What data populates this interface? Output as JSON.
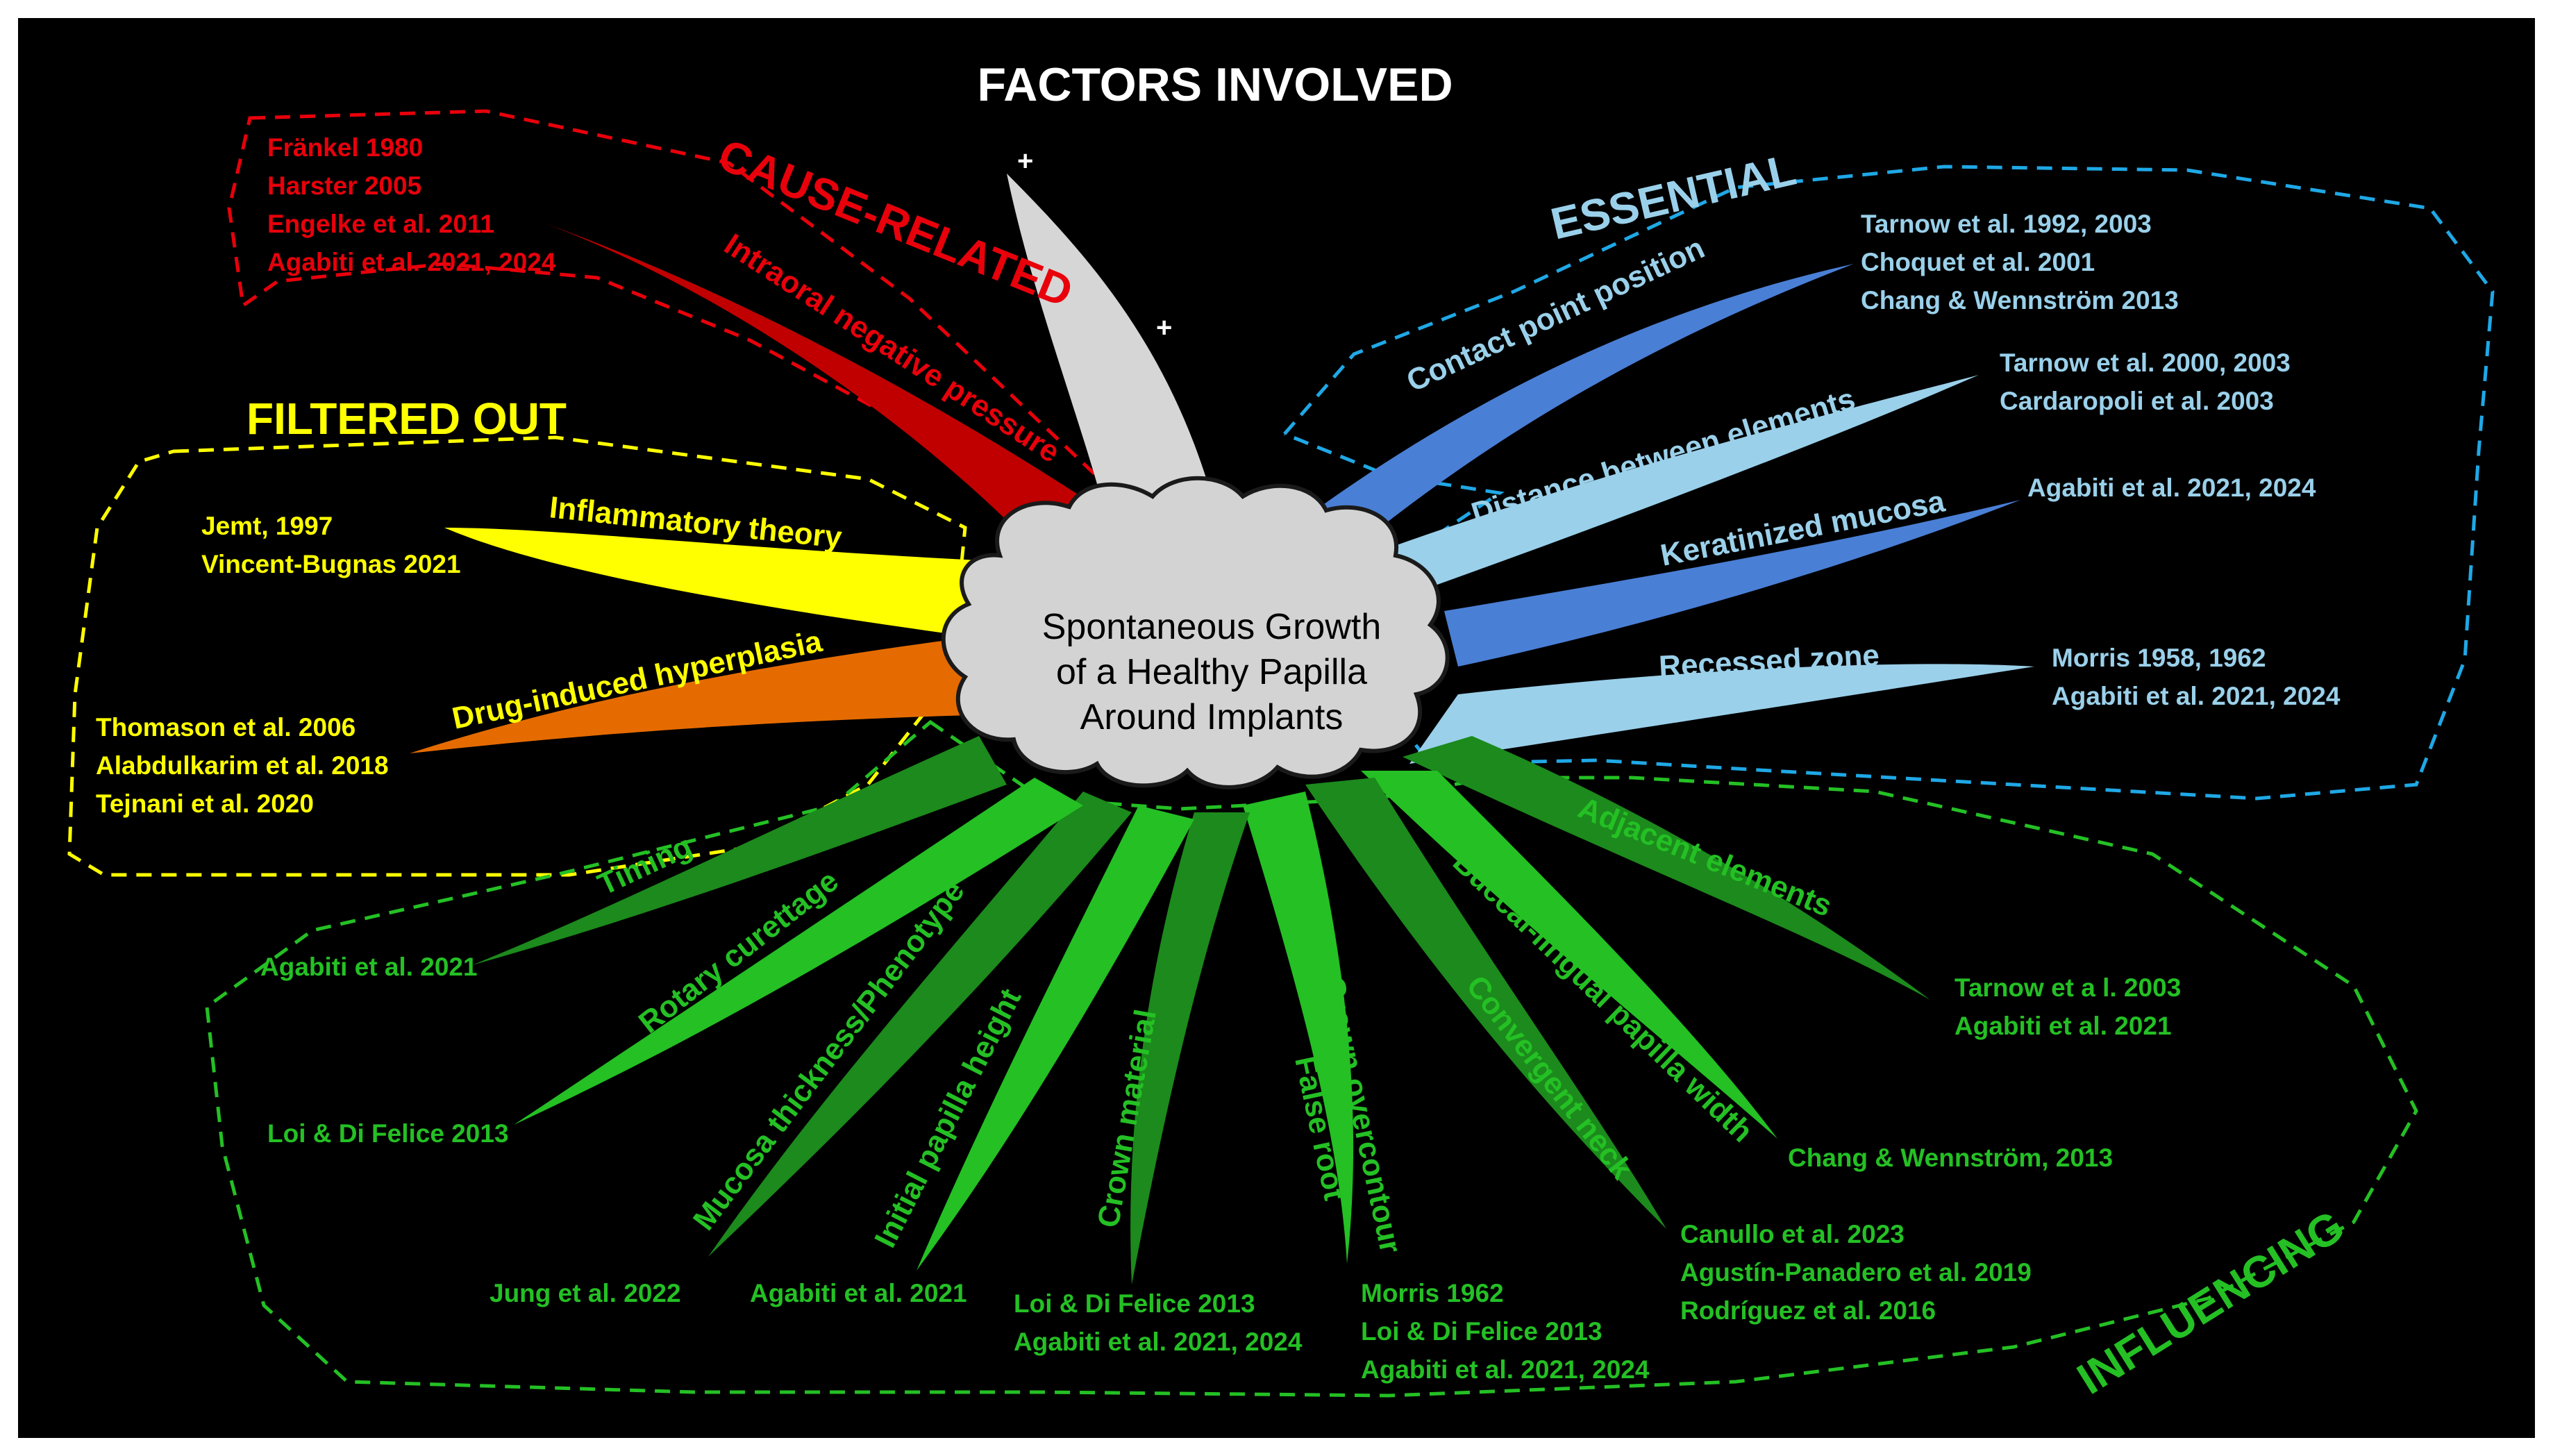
{
  "title": "FACTORS INVOLVED",
  "center": {
    "lines": [
      "Spontaneous Growth",
      "of a Healthy Papilla",
      "Around Implants"
    ]
  },
  "categories": {
    "cause_related": "CAUSE-RELATED",
    "essential": "ESSENTIAL",
    "filtered_out": "FILTERED OUT",
    "influencing": "INFLUENCING"
  },
  "colors": {
    "background": "#000000",
    "cause": "#e8000b",
    "cause_spike": "#c00000",
    "essential": "#9ad0ea",
    "essential_dark": "#4a7fd6",
    "filtered": "#ffff00",
    "filtered_orange": "#e56b00",
    "influencing": "#24c024",
    "influencing_dark": "#1c8a1c",
    "neutral_spike": "#d6d6d6",
    "cloud": "#d3d3d3"
  },
  "plus_marks": [
    "+",
    "+"
  ],
  "factors": {
    "intraoral": "Intraoral negative pressure",
    "contact": "Contact point position",
    "distance": "Distance between elements",
    "keratinized": "Keratinized mucosa",
    "recessed": "Recessed zone",
    "inflammatory": "Inflammatory theory",
    "drug": "Drug-induced hyperplasia",
    "timing": "Timing",
    "rotary": "Rotary curettage",
    "mucosa": "Mucosa thickness/Phenotype",
    "initial": "Initial papilla height",
    "crown_material": "Crown material",
    "crown_overcontour": "Crown overcontour",
    "false_root": "False root",
    "convergent": "Convergent neck",
    "buccal": "Buccal-lingual papilla width",
    "adjacent": "Adjacent elements"
  },
  "references": {
    "cause": [
      "Fränkel 1980",
      "Harster 2005",
      "Engelke et al. 2011",
      "Agabiti et al.  2021, 2024"
    ],
    "contact": [
      "Tarnow et al. 1992, 2003",
      "Choquet et al. 2001",
      "Chang & Wennström 2013"
    ],
    "distance": [
      "Tarnow et al. 2000, 2003",
      "Cardaropoli et al. 2003"
    ],
    "keratinized": [
      "Agabiti et al.  2021, 2024"
    ],
    "recessed": [
      "Morris 1958, 1962",
      "Agabiti et al. 2021, 2024"
    ],
    "inflammatory": [
      "Jemt, 1997",
      "Vincent-Bugnas 2021"
    ],
    "drug": [
      "Thomason  et al.  2006",
      "Alabdulkarim  et al.  2018",
      "Tejnani et al. 2020"
    ],
    "timing": [
      "Agabiti et al. 2021"
    ],
    "rotary": [
      "Loi & Di Felice 2013"
    ],
    "mucosa": [
      "Jung et al. 2022"
    ],
    "initial": [
      "Agabiti et al. 2021"
    ],
    "crown_material": [
      "Loi & Di Felice   2013",
      "Agabiti et al.  2021, 2024"
    ],
    "crown_overcontour": [
      "Morris 1962",
      "Loi & Di Felice  2013",
      "Agabiti et al. 2021, 2024"
    ],
    "convergent": [
      "Canullo et al. 2023",
      "Agustín-Panadero et al. 2019",
      "Rodríguez et al.  2016"
    ],
    "buccal": [
      "Chang & Wennström, 2013"
    ],
    "adjacent": [
      "Tarnow et a l. 2003",
      "Agabiti et al. 2021"
    ]
  }
}
